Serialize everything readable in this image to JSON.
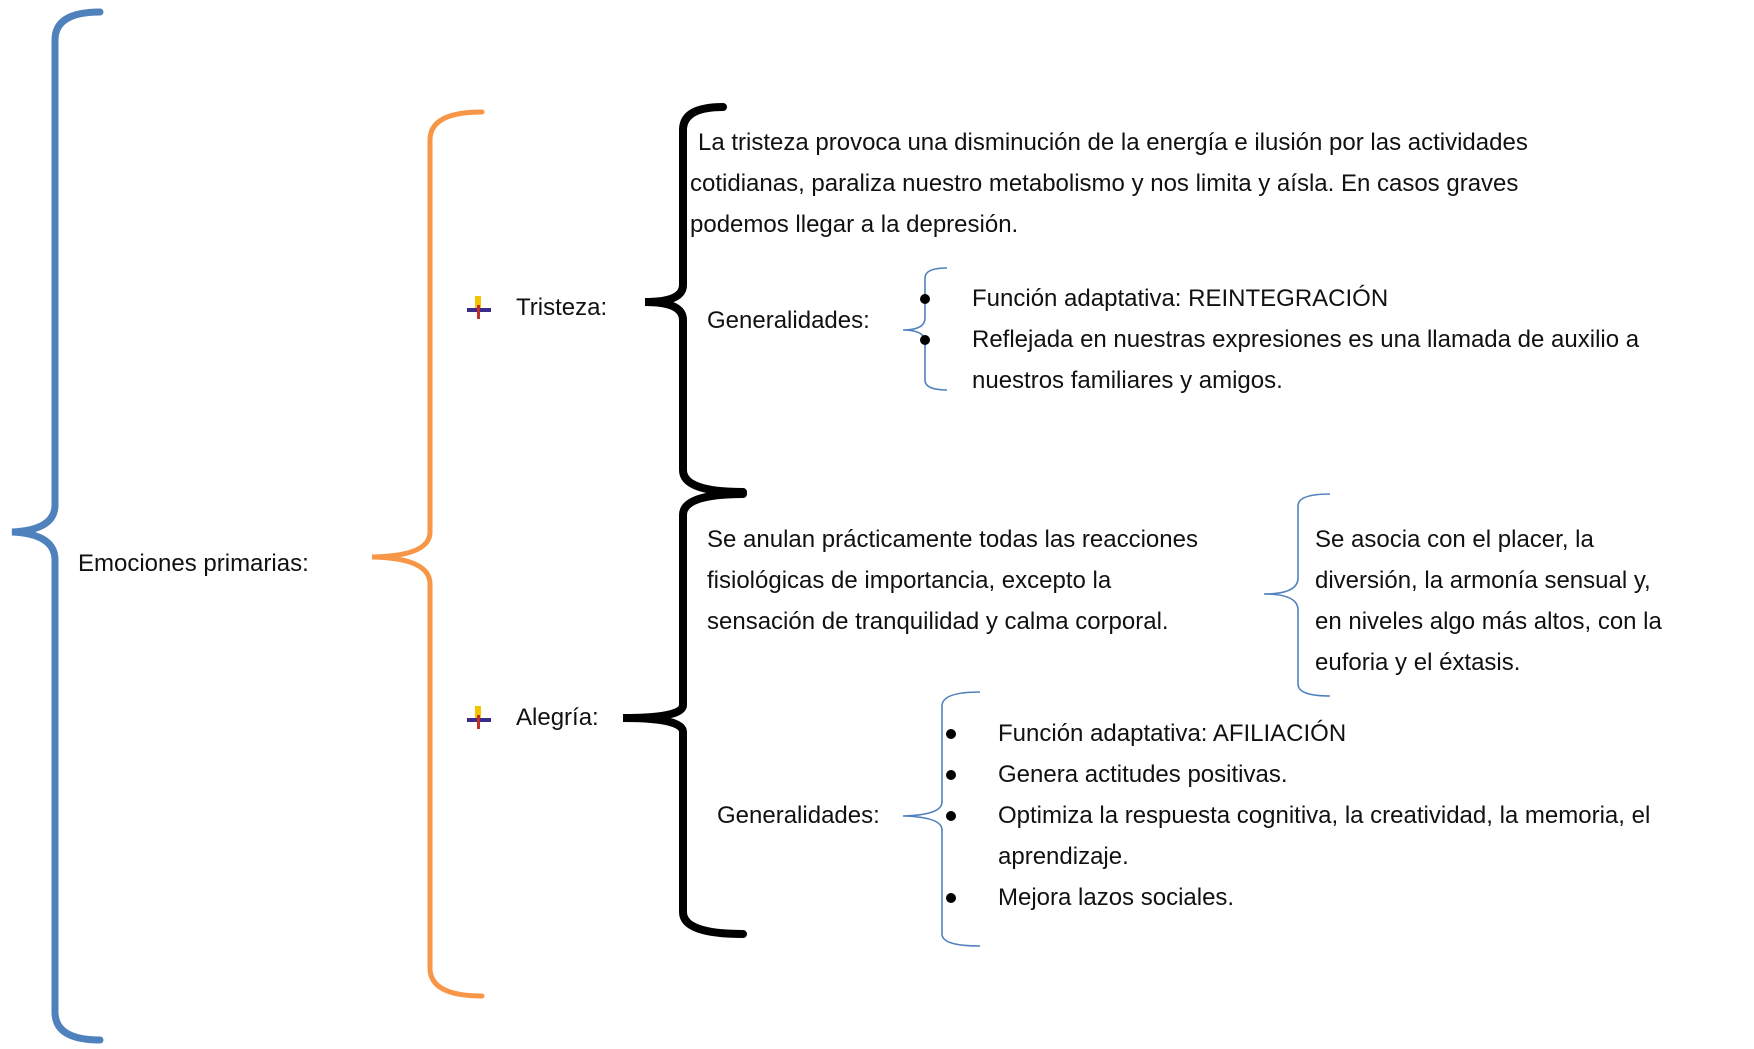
{
  "root": {
    "label": "Emociones primarias:"
  },
  "colors": {
    "root_brace": "#4f81bd",
    "emotion_brace": "#f79646",
    "detail_brace": "#000000",
    "sub_brace": "#4f81bd",
    "marker_yellow": "#f5c400",
    "marker_purple": "#3a2a8c",
    "marker_red": "#c0302a"
  },
  "emotions": [
    {
      "label": "Tristeza:",
      "description": [
        "La tristeza provoca una disminución de la energía e ilusión por las actividades",
        "cotidianas, paraliza nuestro metabolismo y nos limita y aísla. En casos graves",
        "podemos llegar a la depresión."
      ],
      "generalities_label": "Generalidades:",
      "generalities": [
        [
          "Función adaptativa: REINTEGRACIÓN"
        ],
        [
          "Reflejada en nuestras expresiones es una llamada de auxilio a",
          "nuestros familiares y amigos."
        ]
      ]
    },
    {
      "label": "Alegría:",
      "description": [
        "Se anulan prácticamente todas las reacciones",
        "fisiológicas de importancia, excepto la",
        "sensación de tranquilidad y calma corporal."
      ],
      "association": [
        "Se asocia con el placer, la",
        "diversión, la armonía sensual y,",
        "en niveles algo más altos, con la",
        "euforia y el éxtasis."
      ],
      "generalities_label": "Generalidades:",
      "generalities": [
        [
          "Función adaptativa: AFILIACIÓN"
        ],
        [
          "Genera actitudes positivas."
        ],
        [
          "Optimiza la respuesta cognitiva, la creatividad, la memoria, el",
          "aprendizaje."
        ],
        [
          "Mejora lazos sociales."
        ]
      ]
    }
  ]
}
